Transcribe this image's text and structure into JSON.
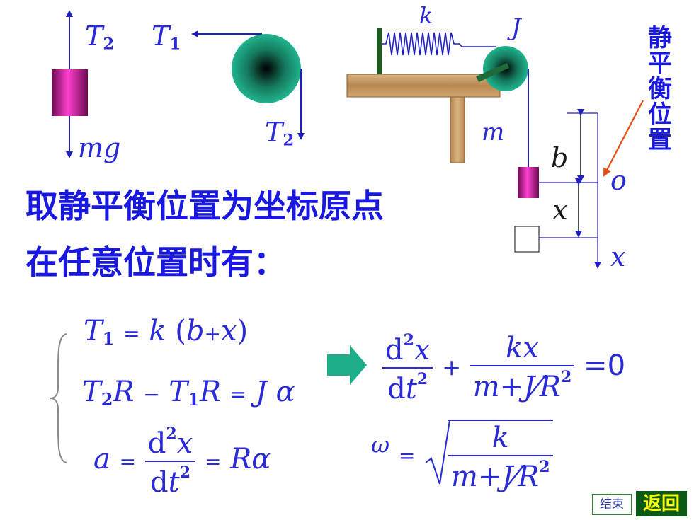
{
  "diagram": {
    "labels": {
      "T2": {
        "sym": "T",
        "sub": "2"
      },
      "T1": {
        "sym": "T",
        "sub": "1"
      },
      "T2_pulley": {
        "sym": "T",
        "sub": "2"
      },
      "mg": "mg",
      "k": "k",
      "J": "J",
      "m": "m",
      "b": "b",
      "o": "o",
      "x_disp": "x",
      "x_axis": "x"
    },
    "side_note": [
      "静",
      "平",
      "衡",
      "位",
      "置"
    ]
  },
  "text": {
    "line1": "取静平衡位置为坐标原点",
    "line2": "在任意位置时有："
  },
  "equations": {
    "eq1": {
      "lhs_sym": "T",
      "lhs_sub": "1",
      "eq": "=",
      "k": "k",
      "paren_open": "(",
      "b": "b",
      "plus": "+",
      "x": "x",
      "paren_close": ")"
    },
    "eq2": {
      "t2": "T",
      "t2_sub": "2",
      "r1": "R",
      "minus": "−",
      "t1": "T",
      "t1_sub": "1",
      "r2": "R",
      "eq": "=",
      "j": "J",
      "alpha": "α"
    },
    "eq3": {
      "a": "a",
      "eq": "=",
      "num_d": "d",
      "num_sup": "2",
      "num_x": "x",
      "den_d": "d",
      "den_t": "t",
      "den_sup": "2",
      "eq2": "=",
      "r_alpha": "Rα"
    },
    "result": {
      "num_d": "d",
      "num_sup": "2",
      "num_x": "x",
      "den_d": "d",
      "den_t": "t",
      "den_sup": "2",
      "plus": "+",
      "num2": "kx",
      "den2": "m+J⁄R",
      "den2_sup": "2",
      "eq_zero": "=0"
    },
    "omega": {
      "omega": "ω",
      "eq": "=",
      "num": "k",
      "den": "m+J⁄R",
      "den_sup": "2"
    }
  },
  "nav": {
    "end_label": "结束",
    "back_label": "返回"
  },
  "colors": {
    "blue": "#2a2ad8",
    "mass": "#e020b0",
    "pulley": "#1fae8a",
    "wood": "#c8a070",
    "arrow_green": "#1fae8a",
    "orange_arrow": "#e05018"
  }
}
